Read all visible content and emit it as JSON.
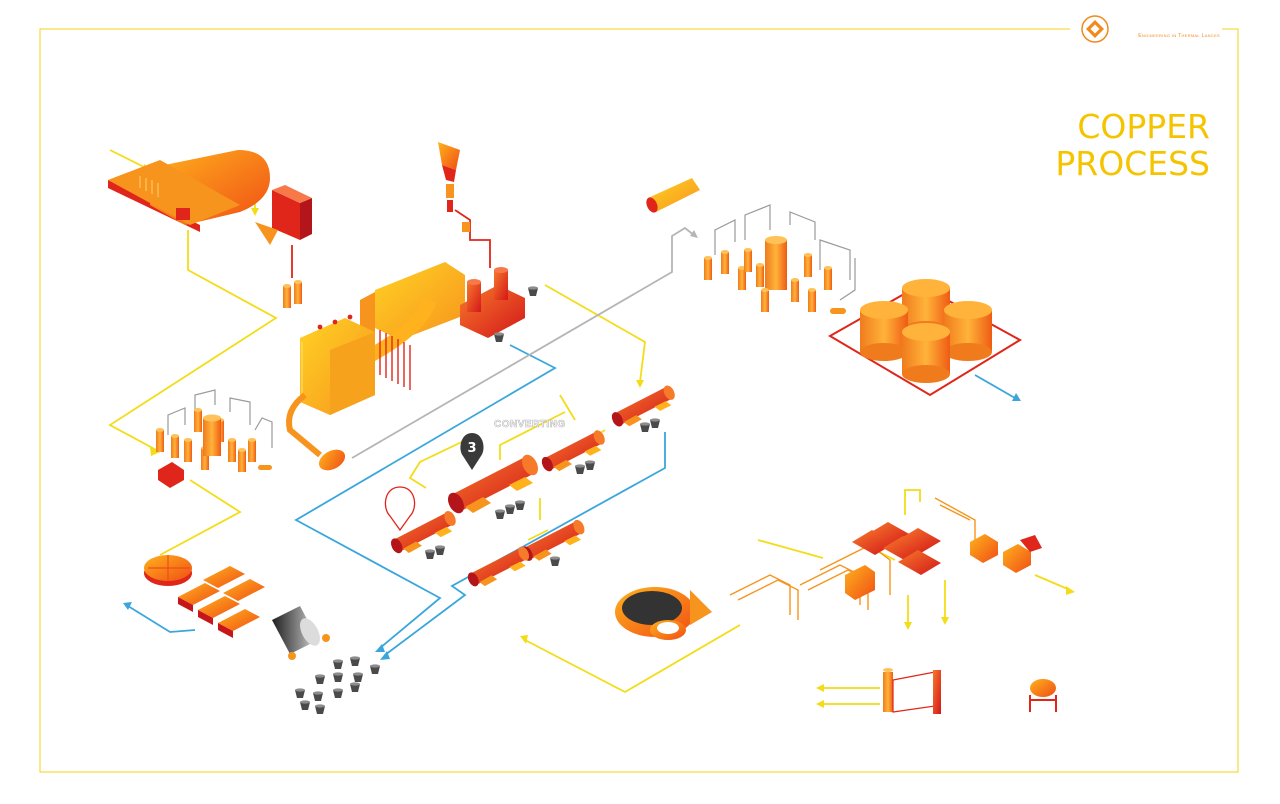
{
  "header": {
    "title_line1": "COPPER",
    "title_line2": "PROCESS",
    "brand_tagline": "Engineering in Thermal Lances",
    "logo_icon": "diamond-logo-icon"
  },
  "stages": {
    "active_step_number": "3",
    "active_step_label": "CONVERTING"
  },
  "colors": {
    "frame": "#f7d117",
    "title": "#f5c400",
    "flow_yellow": "#f3dc18",
    "flow_blue": "#3ba6dc",
    "flow_gray": "#b5b5b5",
    "accent_red": "#e0261a",
    "accent_orange": "#f7941d",
    "pin_dark": "#3a3a3a",
    "logo": "#f08a1c"
  }
}
